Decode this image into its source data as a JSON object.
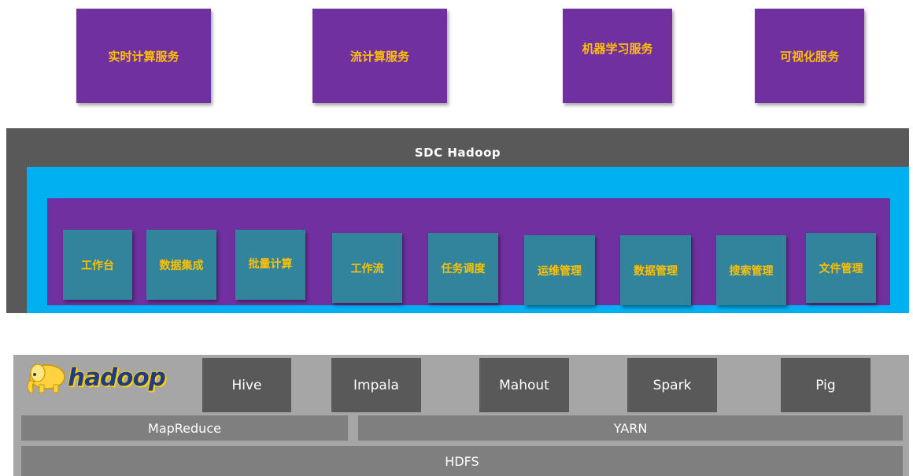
{
  "services": [
    "实时计算服务",
    "流计算服务",
    "机器学习服务",
    "可视化服务"
  ],
  "sdc": {
    "title": "SDC Hadoop",
    "modules": [
      "工作台",
      "数据集成",
      "批量计算",
      "工作流",
      "任务调度",
      "运维管理",
      "数据管理",
      "搜索管理",
      "文件管理"
    ]
  },
  "hadoop": {
    "logo_text": "hadoop",
    "tools": [
      "Hive",
      "Impala",
      "Mahout",
      "Spark",
      "Pig"
    ],
    "mapreduce": "MapReduce",
    "yarn": "YARN",
    "hdfs": "HDFS"
  },
  "colors": {
    "purple": "#7030a0",
    "gold": "#ffc000",
    "cyan": "#00b0f0",
    "teal": "#31849b",
    "dark_gray": "#595959",
    "mid_gray": "#7f7f7f",
    "light_gray": "#a6a6a6"
  }
}
